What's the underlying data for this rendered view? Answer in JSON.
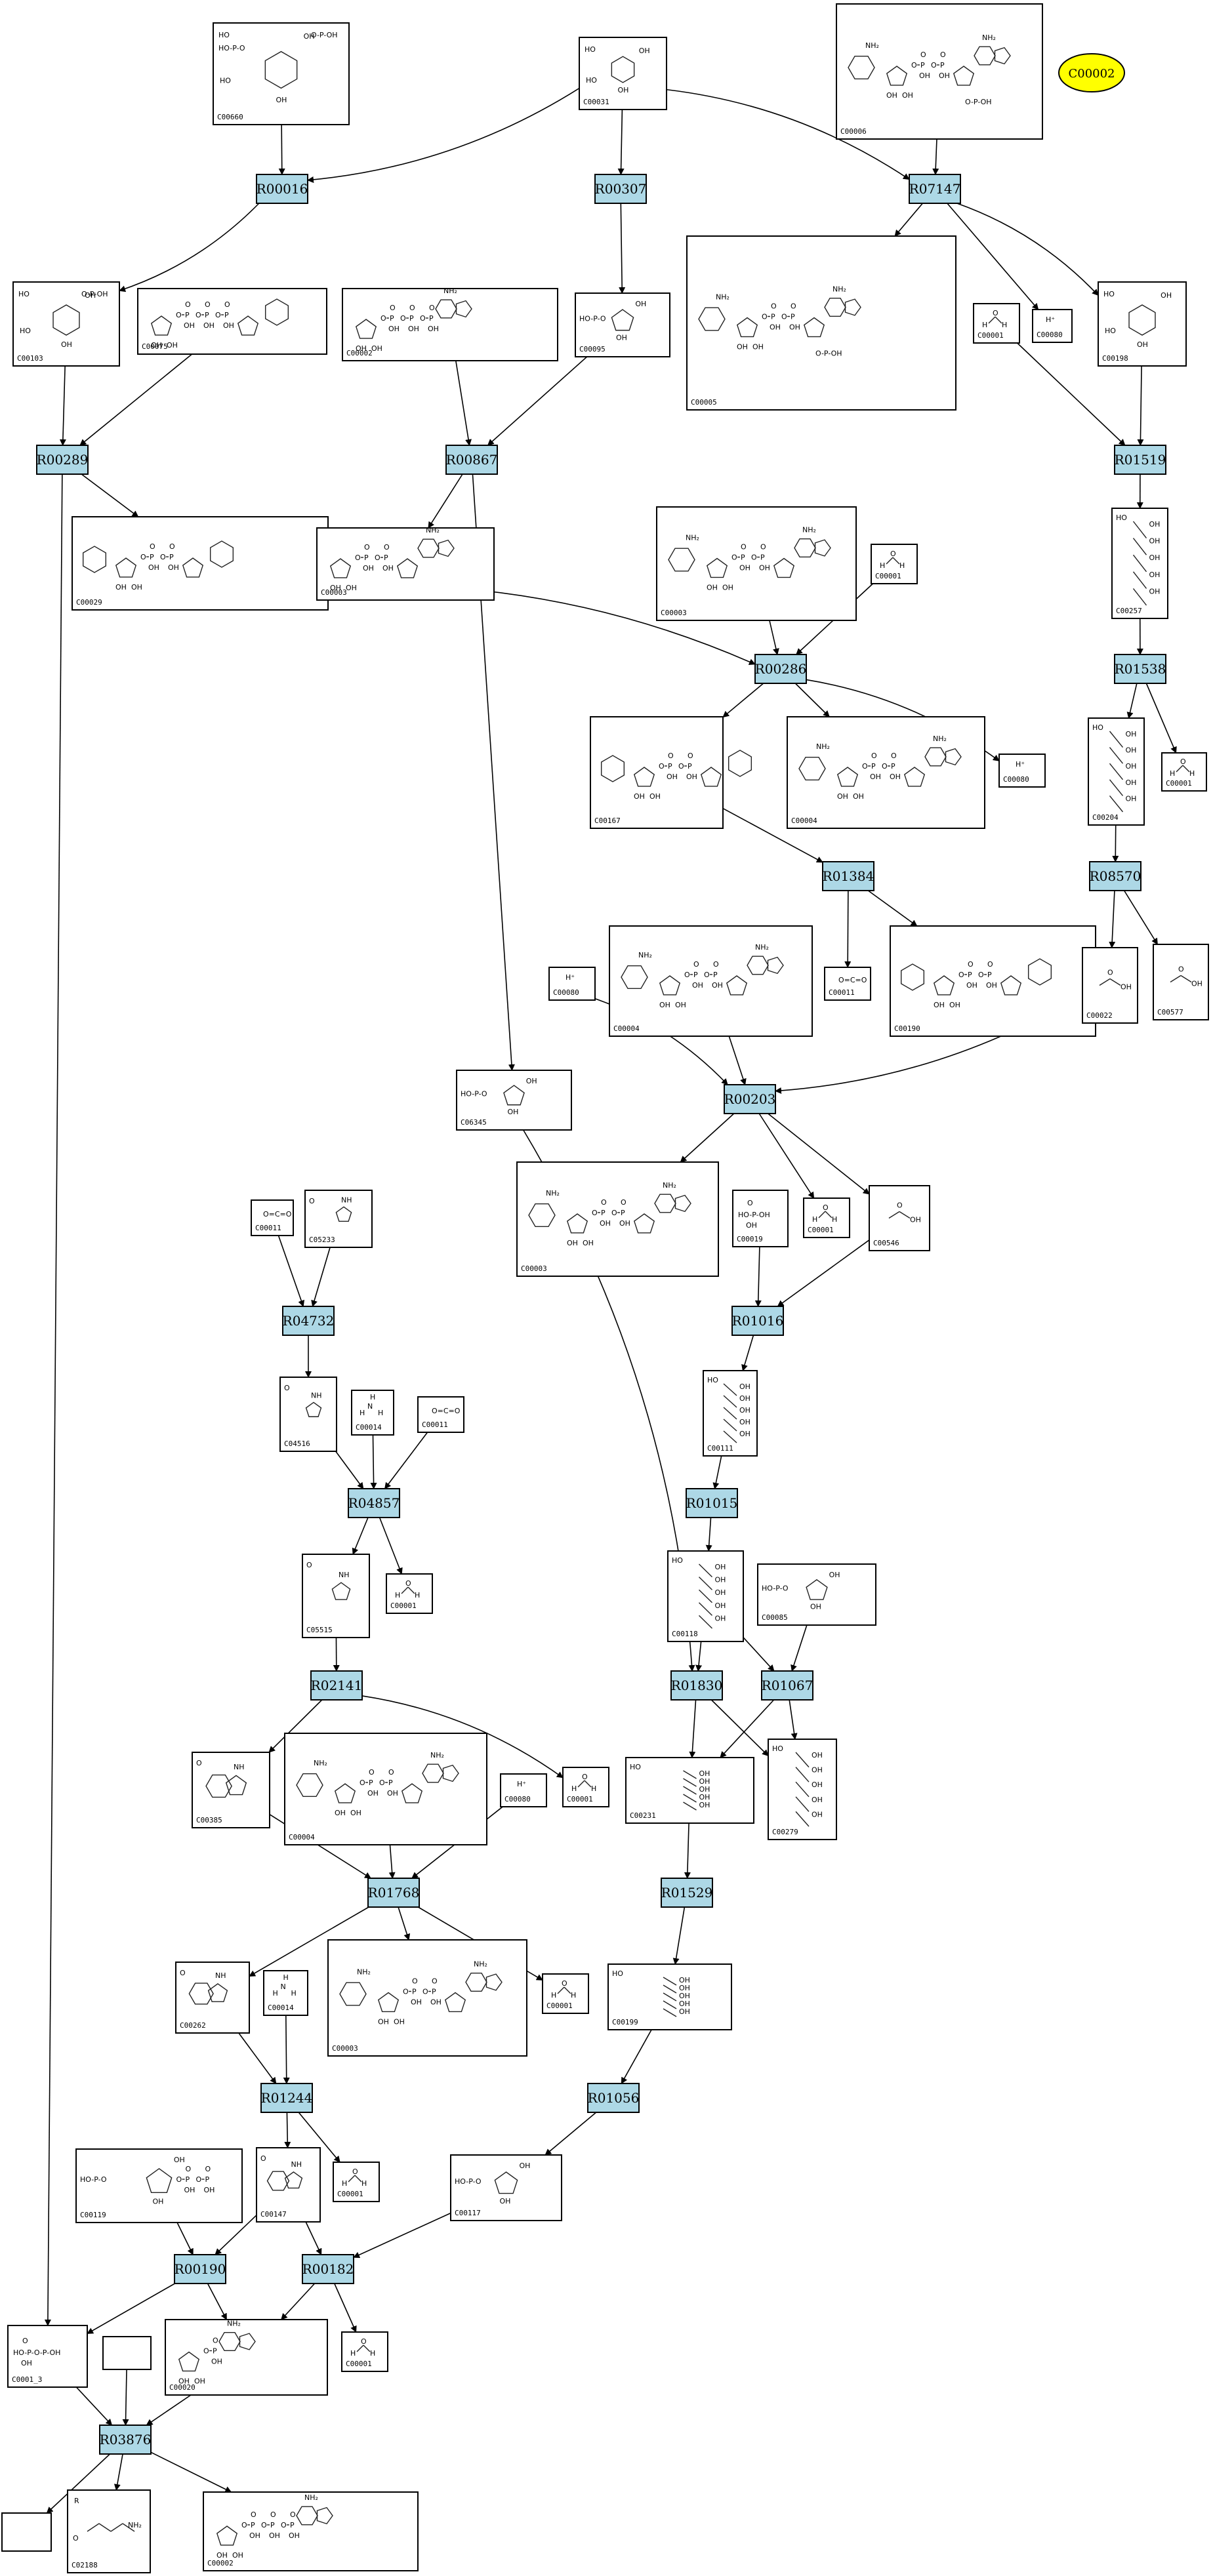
{
  "colors": {
    "reaction_fill": "#add8e6",
    "highlight_fill": "#ffff00",
    "compound_fill": "#ffffff"
  },
  "highlight": {
    "id": "C00002",
    "label": "C00002"
  },
  "compounds": [
    {
      "id": "C00660",
      "label": "C00660",
      "mol": "sugarbis"
    },
    {
      "id": "C00031",
      "label": "C00031",
      "mol": "pyranose"
    },
    {
      "id": "C00006",
      "label": "C00006",
      "mol": "nadp"
    },
    {
      "id": "C00103",
      "label": "C00103",
      "mol": "sugarp"
    },
    {
      "id": "C00075",
      "label": "C00075",
      "mol": "utp"
    },
    {
      "id": "C00002a",
      "label": "C00002",
      "mol": "atp"
    },
    {
      "id": "C00095",
      "label": "C00095",
      "mol": "furanose"
    },
    {
      "id": "C00005",
      "label": "C00005",
      "mol": "nadph"
    },
    {
      "id": "C00001a",
      "label": "C00001",
      "mol": "water"
    },
    {
      "id": "C00080a",
      "label": "C00080",
      "mol": "proton"
    },
    {
      "id": "C00198",
      "label": "C00198",
      "mol": "pyranose"
    },
    {
      "id": "C00029",
      "label": "C00029",
      "mol": "udpsugar"
    },
    {
      "id": "C00003a",
      "label": "C00003",
      "mol": "adp"
    },
    {
      "id": "C00003b",
      "label": "C00003",
      "mol": "nad"
    },
    {
      "id": "C00001b",
      "label": "C00001",
      "mol": "water"
    },
    {
      "id": "C00257",
      "label": "C00257",
      "mol": "chain"
    },
    {
      "id": "C00167",
      "label": "C00167",
      "mol": "udpsugar"
    },
    {
      "id": "C00004a",
      "label": "C00004",
      "mol": "nad"
    },
    {
      "id": "C00080b",
      "label": "C00080",
      "mol": "proton"
    },
    {
      "id": "C00204",
      "label": "C00204",
      "mol": "chain"
    },
    {
      "id": "C00001c",
      "label": "C00001",
      "mol": "water"
    },
    {
      "id": "C00080c",
      "label": "C00080",
      "mol": "proton"
    },
    {
      "id": "C00004b",
      "label": "C00004",
      "mol": "nadh"
    },
    {
      "id": "C00011a",
      "label": "C00011",
      "mol": "co2"
    },
    {
      "id": "C00190",
      "label": "C00190",
      "mol": "udpsugar"
    },
    {
      "id": "C00022",
      "label": "C00022",
      "mol": "small"
    },
    {
      "id": "C00577",
      "label": "C00577",
      "mol": "small"
    },
    {
      "id": "C06345",
      "label": "C06345",
      "mol": "furanose"
    },
    {
      "id": "C00003c",
      "label": "C00003",
      "mol": "nad"
    },
    {
      "id": "C00019",
      "label": "C00019",
      "mol": "phosphate"
    },
    {
      "id": "C00001d",
      "label": "C00001",
      "mol": "water"
    },
    {
      "id": "C00546",
      "label": "C00546",
      "mol": "small"
    },
    {
      "id": "C00011b",
      "label": "C00011",
      "mol": "co2"
    },
    {
      "id": "C05233",
      "label": "C05233",
      "mol": "imidazole"
    },
    {
      "id": "C00111",
      "label": "C00111",
      "mol": "chain"
    },
    {
      "id": "C04516",
      "label": "C04516",
      "mol": "imidazole"
    },
    {
      "id": "C00014a",
      "label": "C00014",
      "mol": "ammonia"
    },
    {
      "id": "C00011c",
      "label": "C00011",
      "mol": "co2"
    },
    {
      "id": "C00118",
      "label": "C00118",
      "mol": "chain"
    },
    {
      "id": "C00085",
      "label": "C00085",
      "mol": "furanose"
    },
    {
      "id": "C05515",
      "label": "C05515",
      "mol": "imidazole"
    },
    {
      "id": "C00001e",
      "label": "C00001",
      "mol": "water"
    },
    {
      "id": "C00385",
      "label": "C00385",
      "mol": "purine"
    },
    {
      "id": "C00004c",
      "label": "C00004",
      "mol": "nadh"
    },
    {
      "id": "C00080d",
      "label": "C00080",
      "mol": "proton"
    },
    {
      "id": "C00001f",
      "label": "C00001",
      "mol": "water"
    },
    {
      "id": "C00231",
      "label": "C00231",
      "mol": "chain"
    },
    {
      "id": "C00279",
      "label": "C00279",
      "mol": "chain"
    },
    {
      "id": "C00262",
      "label": "C00262",
      "mol": "purine"
    },
    {
      "id": "C00014b",
      "label": "C00014",
      "mol": "ammonia"
    },
    {
      "id": "C00003d",
      "label": "C00003",
      "mol": "nad"
    },
    {
      "id": "C00001g",
      "label": "C00001",
      "mol": "water"
    },
    {
      "id": "C00199",
      "label": "C00199",
      "mol": "chain"
    },
    {
      "id": "C00119",
      "label": "C00119",
      "mol": "prpp"
    },
    {
      "id": "C00147",
      "label": "C00147",
      "mol": "purine"
    },
    {
      "id": "C00001h",
      "label": "C00001",
      "mol": "water"
    },
    {
      "id": "C00117",
      "label": "C00117",
      "mol": "furanose"
    },
    {
      "id": "C00013",
      "label": "C0001_3",
      "mol": "pyrophos"
    },
    {
      "id": "blank1",
      "label": "",
      "mol": "none"
    },
    {
      "id": "C00020",
      "label": "C00020",
      "mol": "amp"
    },
    {
      "id": "C00001i",
      "label": "C00001",
      "mol": "water"
    },
    {
      "id": "blank2",
      "label": "",
      "mol": "none"
    },
    {
      "id": "C02188",
      "label": "C02188",
      "mol": "lysine"
    },
    {
      "id": "C00002b",
      "label": "C00002",
      "mol": "atp"
    }
  ],
  "reactions": [
    {
      "id": "R00016",
      "label": "R00016"
    },
    {
      "id": "R00307",
      "label": "R00307"
    },
    {
      "id": "R07147",
      "label": "R07147"
    },
    {
      "id": "R00289",
      "label": "R00289"
    },
    {
      "id": "R00867",
      "label": "R00867"
    },
    {
      "id": "R01519",
      "label": "R01519"
    },
    {
      "id": "R00286",
      "label": "R00286"
    },
    {
      "id": "R01538",
      "label": "R01538"
    },
    {
      "id": "R01384",
      "label": "R01384"
    },
    {
      "id": "R08570",
      "label": "R08570"
    },
    {
      "id": "R00203",
      "label": "R00203"
    },
    {
      "id": "R04732",
      "label": "R04732"
    },
    {
      "id": "R01016",
      "label": "R01016"
    },
    {
      "id": "R04857",
      "label": "R04857"
    },
    {
      "id": "R01015",
      "label": "R01015"
    },
    {
      "id": "R02141",
      "label": "R02141"
    },
    {
      "id": "R01830",
      "label": "R01830"
    },
    {
      "id": "R01067",
      "label": "R01067"
    },
    {
      "id": "R01768",
      "label": "R01768"
    },
    {
      "id": "R01529",
      "label": "R01529"
    },
    {
      "id": "R01244",
      "label": "R01244"
    },
    {
      "id": "R01056",
      "label": "R01056"
    },
    {
      "id": "R00190",
      "label": "R00190"
    },
    {
      "id": "R00182",
      "label": "R00182"
    },
    {
      "id": "R03876",
      "label": "R03876"
    }
  ],
  "edges": [
    [
      "C00660",
      "R00016"
    ],
    [
      "C00031",
      "R00016"
    ],
    [
      "C00031",
      "R00307"
    ],
    [
      "C00031",
      "R07147"
    ],
    [
      "C00006",
      "R07147"
    ],
    [
      "R00016",
      "C00103"
    ],
    [
      "R00307",
      "C00095"
    ],
    [
      "R07147",
      "C00005"
    ],
    [
      "R07147",
      "C00080a"
    ],
    [
      "R07147",
      "C00198"
    ],
    [
      "C00103",
      "R00289"
    ],
    [
      "C00075",
      "R00289"
    ],
    [
      "C00002a",
      "R00867"
    ],
    [
      "C00095",
      "R00867"
    ],
    [
      "C00001a",
      "R01519"
    ],
    [
      "C00198",
      "R01519"
    ],
    [
      "R00289",
      "C00029"
    ],
    [
      "R00289",
      "C00013"
    ],
    [
      "R00867",
      "C00003a"
    ],
    [
      "R00867",
      "C06345"
    ],
    [
      "C00029",
      "R00286"
    ],
    [
      "C00003b",
      "R00286"
    ],
    [
      "C00001b",
      "R00286"
    ],
    [
      "R01519",
      "C00257"
    ],
    [
      "R00286",
      "C00167"
    ],
    [
      "R00286",
      "C00004a"
    ],
    [
      "R00286",
      "C00080b"
    ],
    [
      "C00257",
      "R01538"
    ],
    [
      "R01538",
      "C00204"
    ],
    [
      "R01538",
      "C00001c"
    ],
    [
      "C00167",
      "R01384"
    ],
    [
      "C00204",
      "R08570"
    ],
    [
      "R01384",
      "C00011a"
    ],
    [
      "R01384",
      "C00190"
    ],
    [
      "R08570",
      "C00022"
    ],
    [
      "R08570",
      "C00577"
    ],
    [
      "C00080c",
      "R00203"
    ],
    [
      "C00004b",
      "R00203"
    ],
    [
      "C00022",
      "R00203"
    ],
    [
      "R00203",
      "C00003c"
    ],
    [
      "R00203",
      "C00001d"
    ],
    [
      "R00203",
      "C00546"
    ],
    [
      "C00011b",
      "R04732"
    ],
    [
      "C05233",
      "R04732"
    ],
    [
      "C00019",
      "R01016"
    ],
    [
      "C00546",
      "R01016"
    ],
    [
      "R04732",
      "C04516"
    ],
    [
      "R01016",
      "C00111"
    ],
    [
      "C04516",
      "R04857"
    ],
    [
      "C00014a",
      "R04857"
    ],
    [
      "C00011c",
      "R04857"
    ],
    [
      "C00111",
      "R01015"
    ],
    [
      "R04857",
      "C05515"
    ],
    [
      "R04857",
      "C00001e"
    ],
    [
      "R01015",
      "C00118"
    ],
    [
      "C05515",
      "R02141"
    ],
    [
      "C06345",
      "R01830"
    ],
    [
      "C00118",
      "R01830"
    ],
    [
      "C00118",
      "R01067"
    ],
    [
      "C00085",
      "R01067"
    ],
    [
      "R02141",
      "C00385"
    ],
    [
      "R02141",
      "C00001f"
    ],
    [
      "R01830",
      "C00231"
    ],
    [
      "R01830",
      "C00279"
    ],
    [
      "R01067",
      "C00231"
    ],
    [
      "R01067",
      "C00279"
    ],
    [
      "C00385",
      "R01768"
    ],
    [
      "C00004c",
      "R01768"
    ],
    [
      "C00080d",
      "R01768"
    ],
    [
      "C00231",
      "R01529"
    ],
    [
      "R01768",
      "C00262"
    ],
    [
      "R01768",
      "C00003d"
    ],
    [
      "R01768",
      "C00001g"
    ],
    [
      "R01529",
      "C00199"
    ],
    [
      "C00262",
      "R01244"
    ],
    [
      "C00014b",
      "R01244"
    ],
    [
      "C00199",
      "R01056"
    ],
    [
      "R01244",
      "C00147"
    ],
    [
      "R01244",
      "C00001h"
    ],
    [
      "R01056",
      "C00117"
    ],
    [
      "C00119",
      "R00190"
    ],
    [
      "C00147",
      "R00190"
    ],
    [
      "C00147",
      "R00182"
    ],
    [
      "C00117",
      "R00182"
    ],
    [
      "R00190",
      "C00013"
    ],
    [
      "R00190",
      "C00020"
    ],
    [
      "R00182",
      "C00020"
    ],
    [
      "R00182",
      "C00001i"
    ],
    [
      "C00013",
      "R03876"
    ],
    [
      "blank1",
      "R03876"
    ],
    [
      "C00020",
      "R03876"
    ],
    [
      "R03876",
      "blank2"
    ],
    [
      "R03876",
      "C02188"
    ],
    [
      "R03876",
      "C00002b"
    ]
  ]
}
